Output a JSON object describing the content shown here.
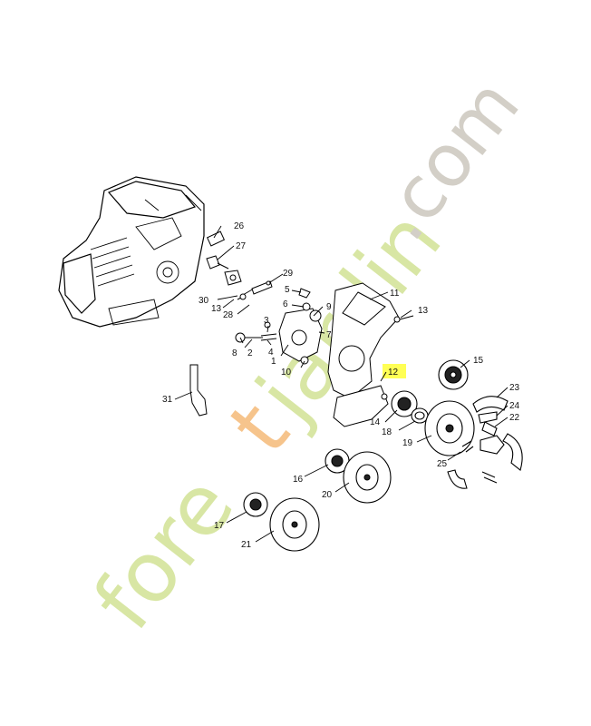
{
  "diagram": {
    "highlight_color": "#ffff55",
    "label_color": "#111111",
    "line_color": "#000000",
    "callouts": [
      {
        "id": "1",
        "label": "1"
      },
      {
        "id": "2",
        "label": "2"
      },
      {
        "id": "3",
        "label": "3"
      },
      {
        "id": "4",
        "label": "4"
      },
      {
        "id": "5",
        "label": "5"
      },
      {
        "id": "6",
        "label": "6"
      },
      {
        "id": "7",
        "label": "7"
      },
      {
        "id": "8",
        "label": "8"
      },
      {
        "id": "9",
        "label": "9"
      },
      {
        "id": "10",
        "label": "10"
      },
      {
        "id": "11",
        "label": "11"
      },
      {
        "id": "12",
        "label": "12",
        "highlighted": true
      },
      {
        "id": "13a",
        "label": "13"
      },
      {
        "id": "13b",
        "label": "13"
      },
      {
        "id": "14",
        "label": "14"
      },
      {
        "id": "15",
        "label": "15"
      },
      {
        "id": "16",
        "label": "16"
      },
      {
        "id": "17",
        "label": "17"
      },
      {
        "id": "18",
        "label": "18"
      },
      {
        "id": "19",
        "label": "19"
      },
      {
        "id": "20",
        "label": "20"
      },
      {
        "id": "21",
        "label": "21"
      },
      {
        "id": "22",
        "label": "22"
      },
      {
        "id": "23",
        "label": "23"
      },
      {
        "id": "24",
        "label": "24"
      },
      {
        "id": "25",
        "label": "25"
      },
      {
        "id": "26",
        "label": "26"
      },
      {
        "id": "27",
        "label": "27"
      },
      {
        "id": "28",
        "label": "28"
      },
      {
        "id": "29",
        "label": "29"
      },
      {
        "id": "30",
        "label": "30"
      },
      {
        "id": "31",
        "label": "31"
      }
    ]
  },
  "watermark": {
    "text": "foretjardin.com",
    "color_main": "#d8e6a4",
    "color_accent": "#f6c48c",
    "color_domain": "#d3cfc7"
  }
}
